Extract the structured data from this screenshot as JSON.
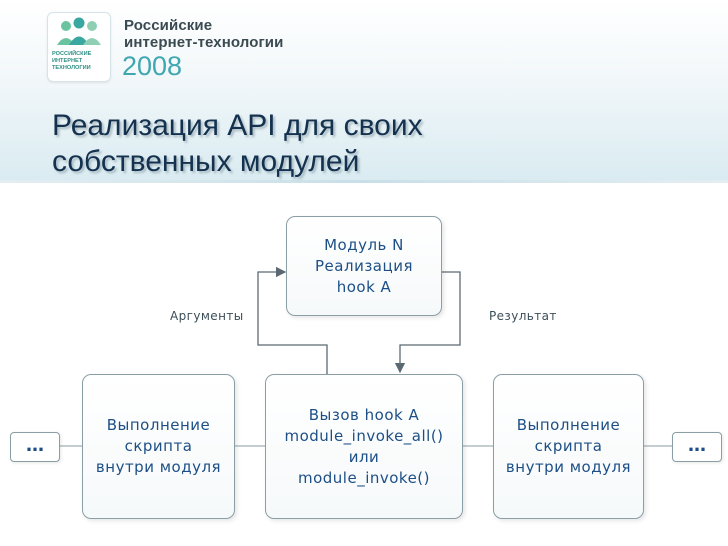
{
  "branding": {
    "logo_text": "РОССИЙСКИЕ ИНТЕРНЕТ ТЕХНОЛОГИИ",
    "name_line1": "Российские",
    "name_line2": "интернет-технологии",
    "year": "2008"
  },
  "slide": {
    "title_line1": "Реализация API для своих",
    "title_line2": "собственных модулей"
  },
  "diagram": {
    "module_box": [
      "Модуль N",
      "Реализация",
      "hook A"
    ],
    "call_box": [
      "Вызов hook A",
      "module_invoke_all()",
      "или",
      "module_invoke()"
    ],
    "left_box": [
      "Выполнение",
      "скрипта",
      "внутри модуля"
    ],
    "right_box": [
      "Выполнение",
      "скрипта",
      "внутри модуля"
    ],
    "label_arguments": "Аргументы",
    "label_result": "Результат",
    "ellipsis_left": "…",
    "ellipsis_right": "…"
  },
  "colors": {
    "title": "#14324f",
    "box_text": "#1d4f86",
    "brand_accent": "#3fa7b0"
  }
}
